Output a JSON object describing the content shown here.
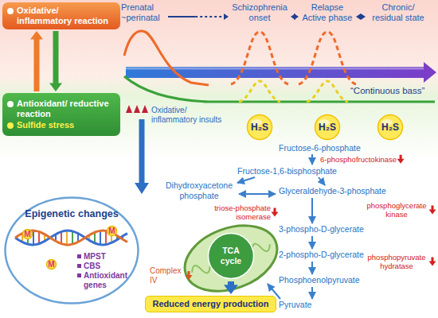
{
  "diagram": {
    "nodes": [
      {
        "text": [
          "Oxidative/ inflammatory reaction"
        ]
      },
      {
        "text": [
          "Antioxidant/ reductive reaction",
          "Sulfide stress"
        ]
      },
      {
        "text": [
          "H₂S"
        ]
      },
      {
        "text": [
          "H₂S"
        ]
      },
      {
        "text": [
          "H₂S"
        ]
      },
      {
        "text": [
          "Epigenetic changes",
          "MPST",
          "CBS",
          "Antioxidant genes"
        ]
      },
      {
        "text": [
          "M"
        ],
        "in": 5
      },
      {
        "text": [
          "M"
        ],
        "in": 5
      },
      {
        "text": [
          "M"
        ],
        "in": 5
      },
      {
        "text": [
          "TCA cycle"
        ]
      },
      {
        "text": [
          "Reduced energy production"
        ]
      }
    ],
    "edges": [
      {
        "from": 1,
        "to": 0,
        "arrow": "to"
      },
      {
        "from": 0,
        "to": 1,
        "arrow": "to"
      },
      {
        "from": 9,
        "to": 10,
        "arrow": "to"
      }
    ],
    "labels": [
      "Prenatal ~perinatal",
      "Schizophrenia onset",
      "Relapse Active phase",
      "Chronic/ residual state",
      "“Continuous bass”",
      "Oxidative/ inflammatory insults",
      "Fructose-6-phosphate",
      "6-phosphofructokinase",
      "Fructose-1,6-bisphosphate",
      "Dihydroxyacetone phosphate",
      "Glyceraldehyde-3-phosphate",
      "triose-phosphate isomerase",
      "phosphoglycerate kinase",
      "3-phospho-D-glycerate",
      "2-phospho-D-glycerate",
      "phosphopyruvate hydratase",
      "Phosphoenolpyruvate",
      "Pyruvate",
      "Complex IV"
    ]
  }
}
